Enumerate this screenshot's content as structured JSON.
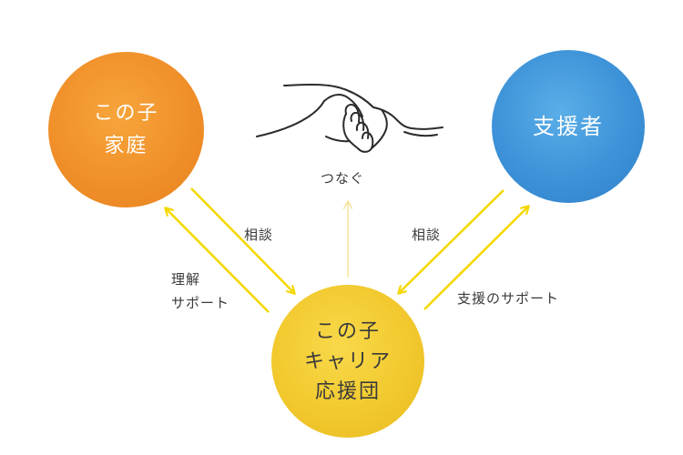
{
  "nodes": {
    "family": {
      "line1": "この子",
      "line2": "家庭",
      "color": "#F0902A"
    },
    "supporter": {
      "line1": "支援者",
      "color": "#3D92D8"
    },
    "team": {
      "line1": "この子",
      "line2": "キャリア",
      "line3": "応援団",
      "color": "#F2C92E"
    }
  },
  "edges": {
    "family_to_team": "相談",
    "team_to_family_line1": "理解",
    "team_to_family_line2": "サポート",
    "supporter_to_team": "相談",
    "team_to_supporter": "支援のサポート",
    "connect": "つなぐ"
  },
  "arrow_color": "#F5D800",
  "illustration": "holding-hands-icon"
}
